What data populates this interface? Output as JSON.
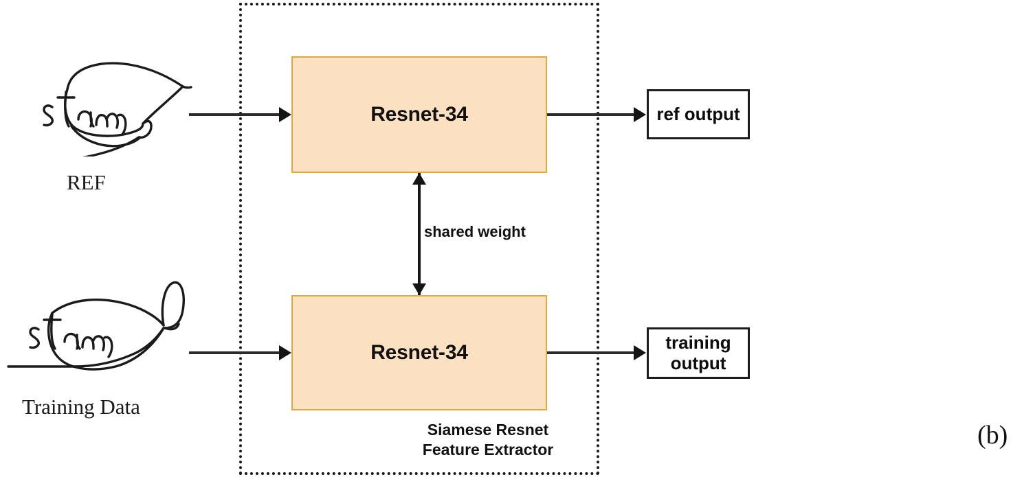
{
  "figure": {
    "subfigure_label": "(b)",
    "container_caption": "Siamese Resnet\nFeature Extractor"
  },
  "colors": {
    "block_fill": "#FCE0C2",
    "block_border": "#E0A93B",
    "line": "#141414",
    "text": "#111111",
    "background": "#FFFFFF"
  },
  "inputs": [
    {
      "id": "ref",
      "caption": "REF",
      "image_name": "handwritten-signature-reference"
    },
    {
      "id": "training",
      "caption": "Training Data",
      "image_name": "handwritten-signature-training"
    }
  ],
  "blocks": [
    {
      "id": "resnet-top",
      "label": "Resnet-34"
    },
    {
      "id": "resnet-bottom",
      "label": "Resnet-34"
    }
  ],
  "shared_weight": {
    "label": "shared weight",
    "arrow": "double-headed-vertical"
  },
  "outputs": [
    {
      "id": "ref-output",
      "label": "ref output"
    },
    {
      "id": "training-output",
      "label": "training\noutput"
    }
  ]
}
